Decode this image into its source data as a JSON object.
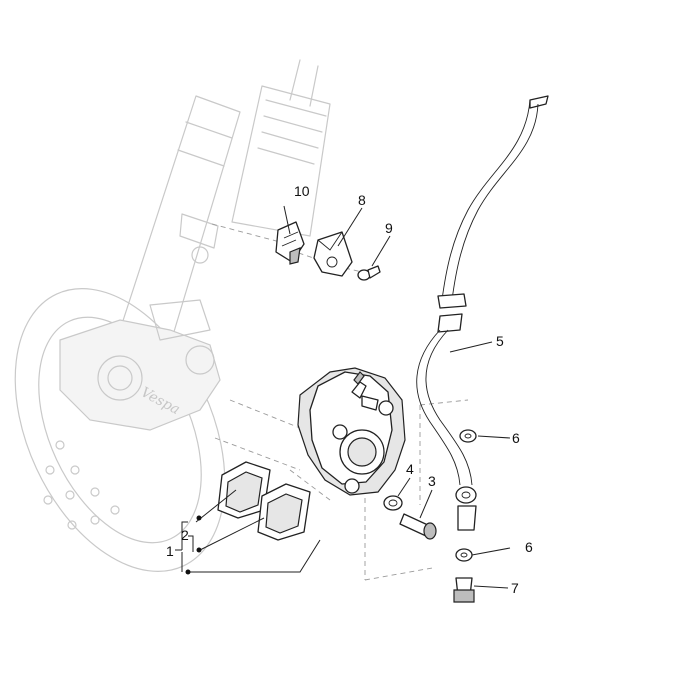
{
  "callouts": {
    "c1": "1",
    "c2": "2",
    "c3": "3",
    "c4": "4",
    "c5": "5",
    "c6a": "6",
    "c6b": "6",
    "c7": "7",
    "c8": "8",
    "c9": "9",
    "c10": "10"
  },
  "logo_text": "Vespa"
}
